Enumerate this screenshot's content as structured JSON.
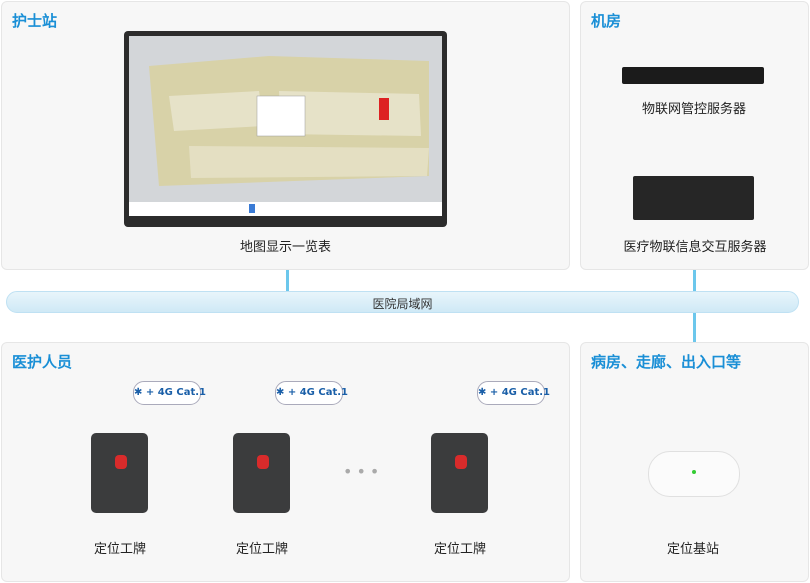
{
  "panels": {
    "nurse_station": {
      "title": "护士站",
      "caption": "地图显示一览表"
    },
    "machine_room": {
      "title": "机房",
      "server1": "物联网管控服务器",
      "server2": "医疗物联信息交互服务器"
    },
    "network": {
      "label": "医院局域网"
    },
    "staff": {
      "title": "医护人员",
      "tags": [
        "定位工牌",
        "定位工牌",
        "定位工牌"
      ],
      "badge": "✱ + 4G Cat.1"
    },
    "ward": {
      "title": "病房、走廊、出入口等",
      "caption": "定位基站"
    }
  },
  "colors": {
    "accent": "#1a8fd6",
    "network": "#6cc7ec",
    "tag_button": "#d92b2b"
  }
}
